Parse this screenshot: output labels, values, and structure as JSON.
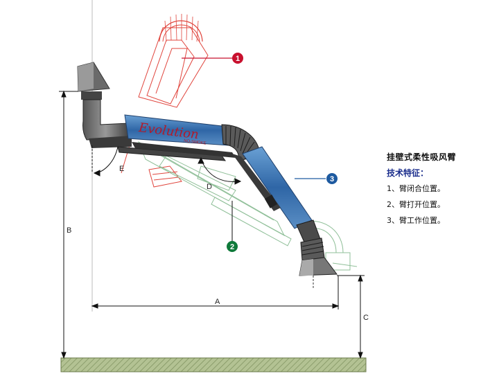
{
  "diagram": {
    "badges": [
      {
        "number": "1",
        "color": "#c8102e"
      },
      {
        "number": "2",
        "color": "#0f7a3a"
      },
      {
        "number": "3",
        "color": "#1e5aa0"
      }
    ],
    "dimension_labels": {
      "a": "A",
      "b": "B",
      "c": "C",
      "d": "D",
      "e": "E"
    },
    "arm_text": "Evolution",
    "arm_subtext": "NO-SMOKE"
  },
  "panel": {
    "title": "挂壁式柔性吸风臂",
    "subtitle": "技术特征：",
    "items": [
      "1、臂闭合位置。",
      "2、臂打开位置。",
      "3、臂工作位置。"
    ]
  },
  "colors": {
    "arm_blue": "#3f78b0",
    "ghost_red": "#e0443c",
    "ghost_green": "#8fbf98",
    "floor": "#a9b98a"
  }
}
